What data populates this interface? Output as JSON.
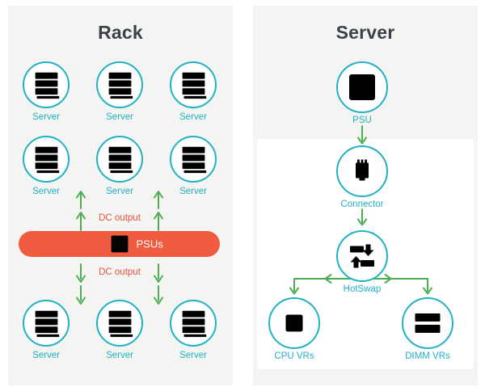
{
  "colors": {
    "teal": "#20b1c5",
    "green": "#4bae4f",
    "orange": "#f15b40",
    "dc_text": "#e95340",
    "title": "#3b4248",
    "panel_bg": "#f4f4f2",
    "box_bg": "#ffffff"
  },
  "icons": {
    "rack_server": "server-stack-icon",
    "psu": "psu-fan-icon",
    "connector": "connector-plug-icon",
    "hotswap": "hotswap-arrows-icon",
    "cpu": "cpu-chip-icon",
    "dimm": "dimm-memory-icon"
  },
  "rack_panel": {
    "title": "Rack",
    "servers": [
      "Server",
      "Server",
      "Server",
      "Server",
      "Server",
      "Server",
      "Server",
      "Server",
      "Server"
    ],
    "dc_output_top": "DC output",
    "dc_output_bottom": "DC output",
    "psu_bar_label": "PSUs"
  },
  "server_panel": {
    "title": "Server",
    "psu_label": "PSU",
    "connector_label": "Connector",
    "hotswap_label": "HotSwap",
    "cpu_vrs_label": "CPU VRs",
    "dimm_vrs_label": "DIMM VRs"
  }
}
